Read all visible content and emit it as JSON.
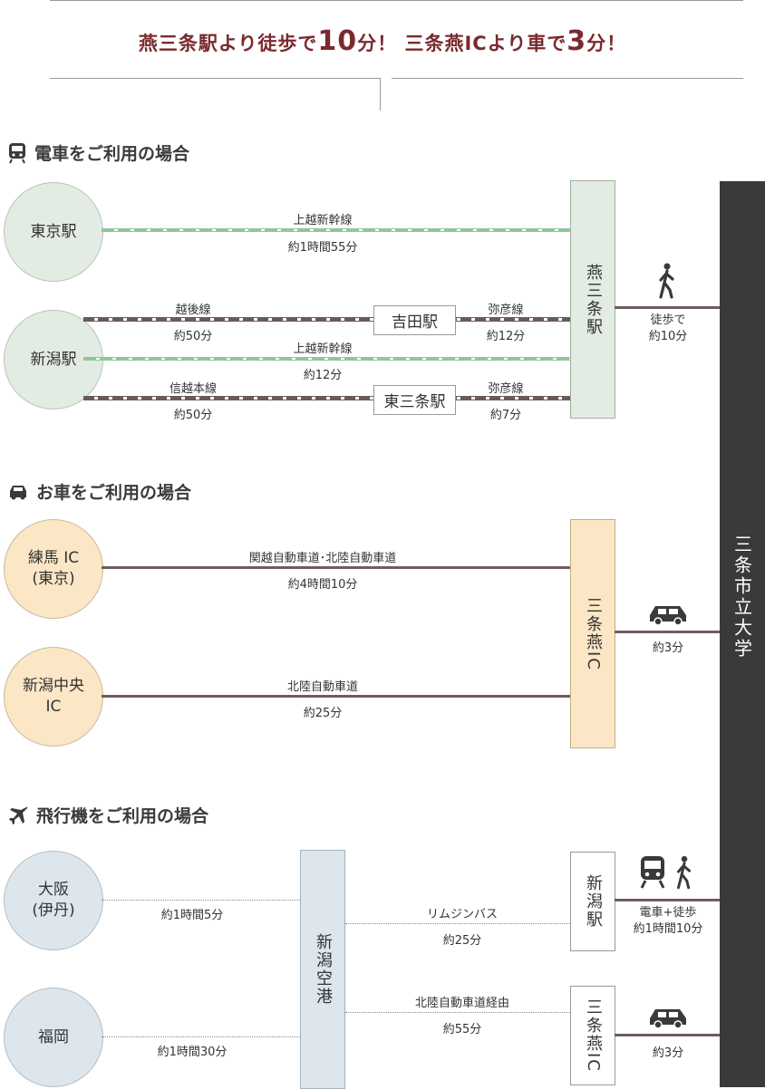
{
  "headline": {
    "part1": "燕三条駅より徒歩で",
    "num1": "10",
    "part2": "分！ 三条燕ICより車で",
    "num2": "3",
    "part3": "分！"
  },
  "sections": {
    "train": "電車をご利用の場合",
    "car": "お車をご利用の場合",
    "air": "飛行機をご利用の場合"
  },
  "university": "三条市立大学",
  "train": {
    "tokyo": "東京駅",
    "niigata": "新潟駅",
    "tsubame_sanjo": "燕三条駅",
    "yoshida": "吉田駅",
    "higashi_sanjo": "東三条駅",
    "route1_name": "上越新幹線",
    "route1_time": "約1時間55分",
    "route2_name": "越後線",
    "route2_time": "約50分",
    "route2b_name": "弥彦線",
    "route2b_time": "約12分",
    "route3_name": "上越新幹線",
    "route3_time": "約12分",
    "route4_name": "信越本線",
    "route4_time": "約50分",
    "route4b_name": "弥彦線",
    "route4b_time": "約7分",
    "walk": "徒歩で\n約10分"
  },
  "car": {
    "nerima": "練馬 IC\n(東京)",
    "niigata_chuo": "新潟中央\nIC",
    "sanjo_tsubame_ic": "三条燕IC",
    "route1_name": "関越自動車道･北陸自動車道",
    "route1_time": "約4時間10分",
    "route2_name": "北陸自動車道",
    "route2_time": "約25分",
    "drive": "約3分"
  },
  "air": {
    "osaka": "大阪\n(伊丹)",
    "fukuoka": "福岡",
    "niigata_airport": "新潟空港",
    "niigata_station": "新潟駅",
    "sanjo_tsubame_ic": "三条燕IC",
    "osaka_time": "約1時間5分",
    "fukuoka_time": "約1時間30分",
    "bus_name": "リムジンバス",
    "bus_time": "約25分",
    "hwy_name": "北陸自動車道経由",
    "hwy_time": "約55分",
    "train_walk": "電車+徒歩\n約1時間10分",
    "drive": "約3分"
  },
  "icons": [
    "train-icon",
    "car-icon",
    "airplane-icon",
    "walking-person-icon"
  ],
  "colors": {
    "headline": "#7a2a2e",
    "shinkansen": "#8fc79a",
    "local_line": "#6b5a57",
    "university_bar": "#3a3a3a",
    "train_fill": "#e3ece3",
    "car_fill": "#fbe6c6",
    "air_fill": "#dde6ec"
  }
}
